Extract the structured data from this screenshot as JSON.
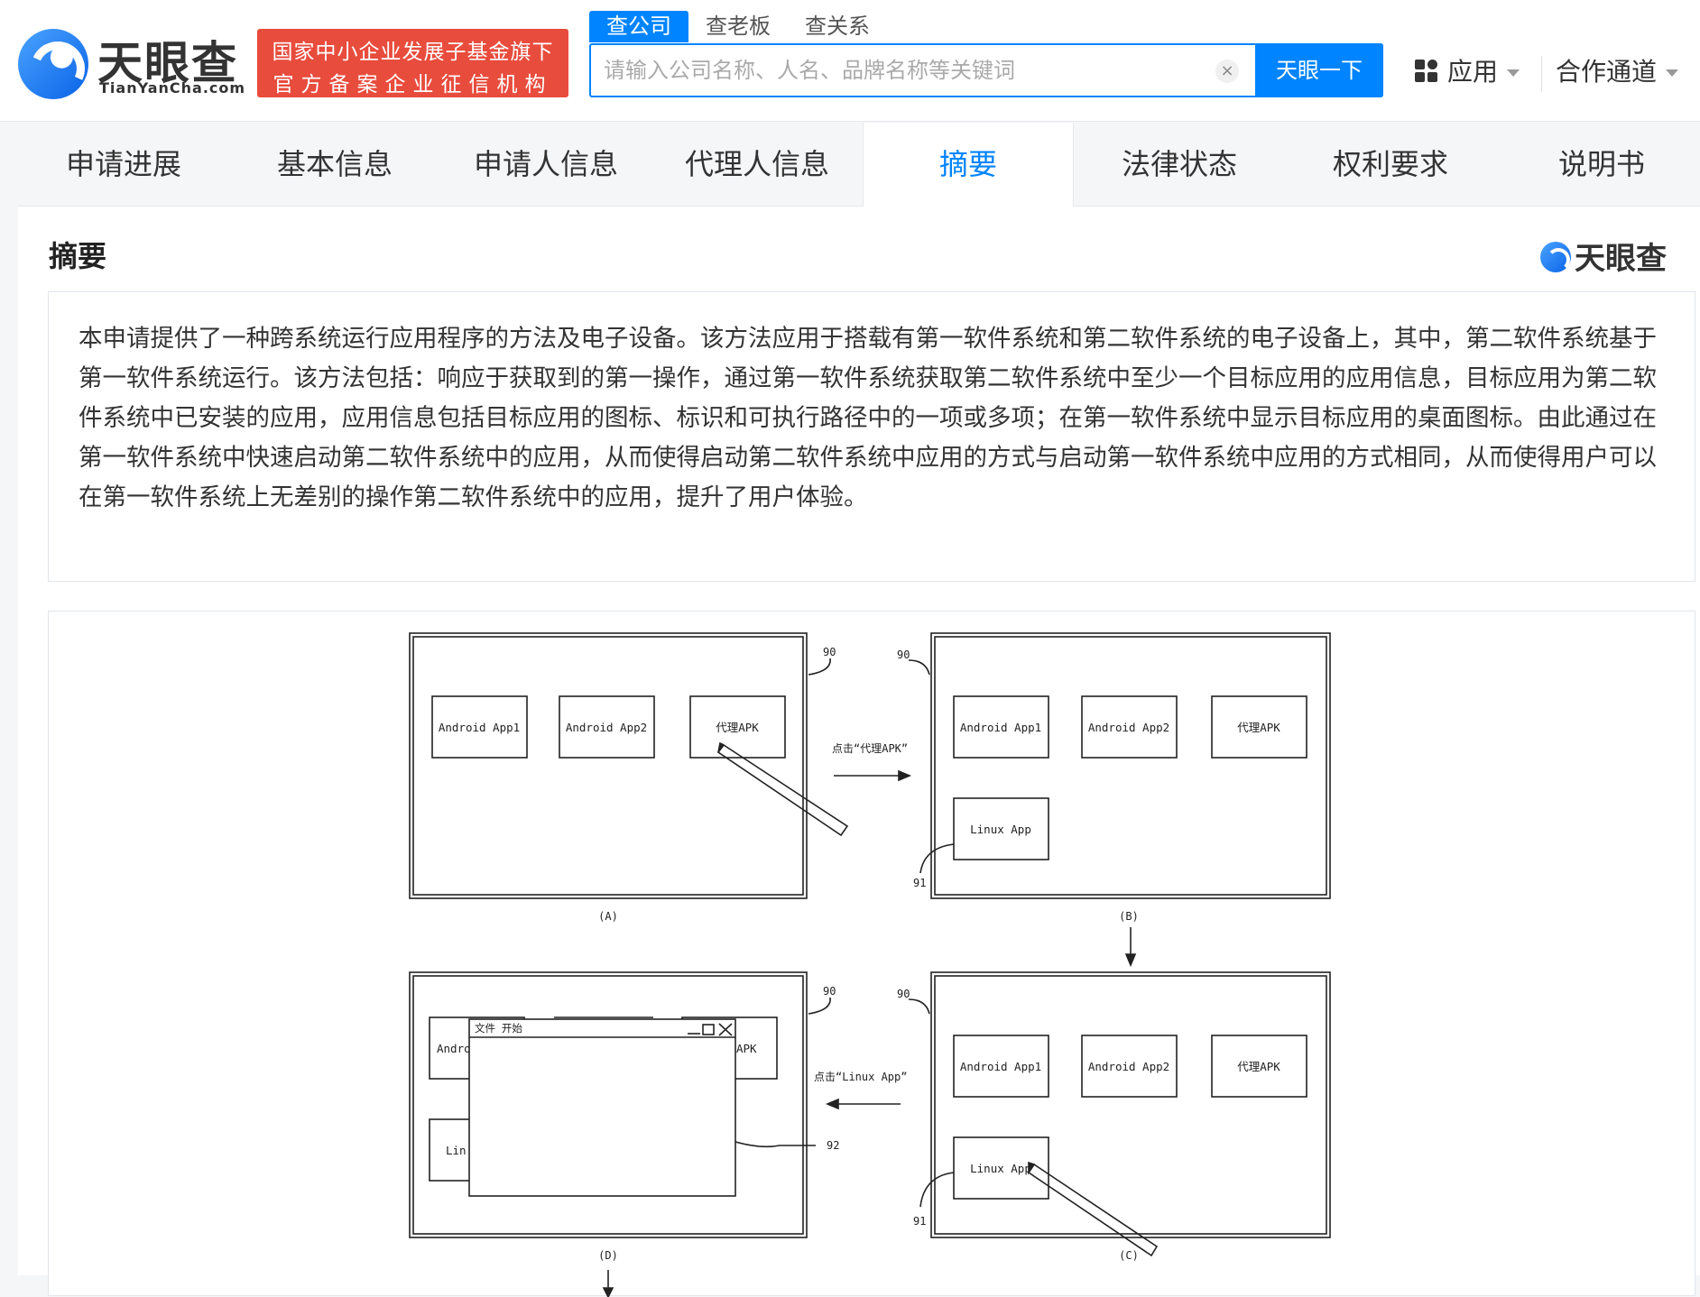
{
  "header": {
    "logo_cn": "天眼查",
    "logo_en": "TianYanCha.com",
    "badge_line1": "国家中小企业发展子基金旗下",
    "badge_line2": "官方备案企业征信机构",
    "search_tabs": [
      "查公司",
      "查老板",
      "查关系"
    ],
    "search_placeholder": "请输入公司名称、人名、品牌名称等关键词",
    "search_button": "天眼一下",
    "apps_label": "应用",
    "coop_label": "合作通道"
  },
  "tabs": [
    "申请进展",
    "基本信息",
    "申请人信息",
    "代理人信息",
    "摘要",
    "法律状态",
    "权利要求",
    "说明书"
  ],
  "active_tab": "摘要",
  "section": {
    "title": "摘要",
    "watermark": "天眼查",
    "abstract": "本申请提供了一种跨系统运行应用程序的方法及电子设备。该方法应用于搭载有第一软件系统和第二软件系统的电子设备上，其中，第二软件系统基于第一软件系统运行。该方法包括：响应于获取到的第一操作，通过第一软件系统获取第二软件系统中至少一个目标应用的应用信息，目标应用为第二软件系统中已安装的应用，应用信息包括目标应用的图标、标识和可执行路径中的一项或多项；在第一软件系统中显示目标应用的桌面图标。由此通过在第一软件系统中快速启动第二软件系统中的应用，从而使得启动第二软件系统中应用的方式与启动第一软件系统中应用的方式相同，从而使得用户可以在第一软件系统上无差别的操作第二软件系统中的应用，提升了用户体验。"
  },
  "figure": {
    "app1": "Android App1",
    "app2": "Android App2",
    "proxy": "代理APK",
    "linux": "Linux App",
    "label_a": "(A)",
    "label_b": "(B)",
    "label_c": "(C)",
    "label_d": "(D)",
    "ref_90": "90",
    "ref_91": "91",
    "ref_92": "92",
    "click_proxy": "点击“代理APK”",
    "click_linux": "点击“Linux App”",
    "window_menu": "文件   开始",
    "partial_andro": "Andro",
    "partial_apk": "APK",
    "partial_lin": "Lin"
  },
  "colors": {
    "brand_blue": "#0084ff",
    "badge_red": "#e84c3d"
  }
}
